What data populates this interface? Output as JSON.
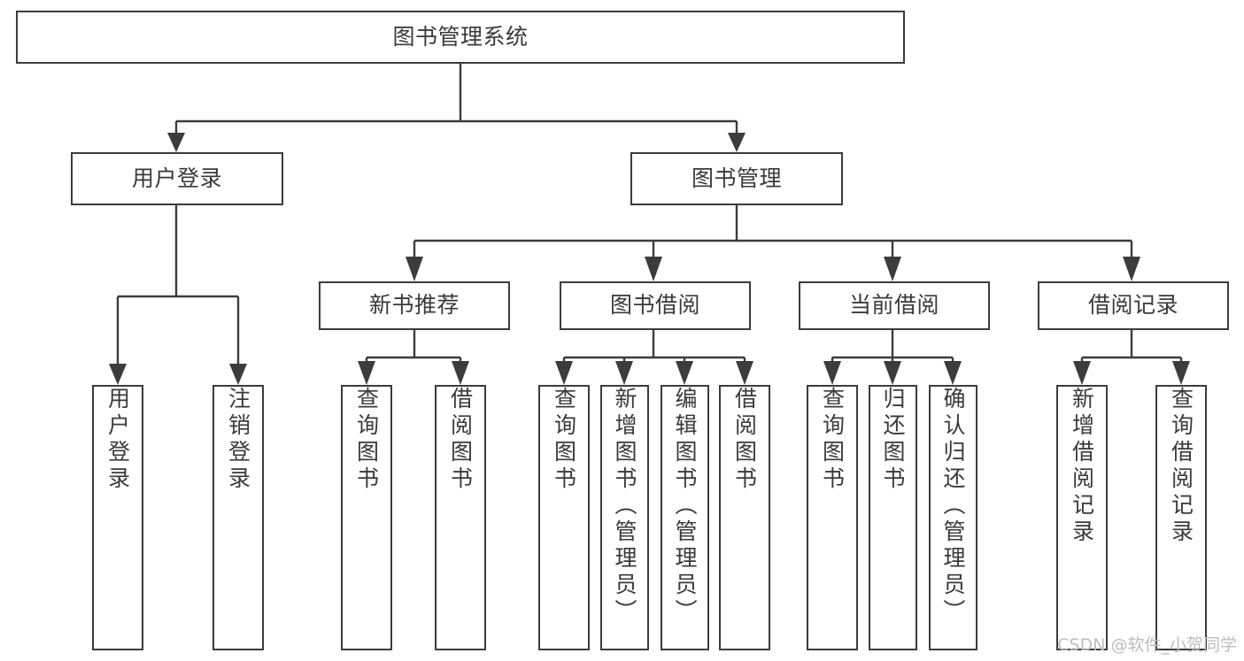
{
  "diagram": {
    "title": "图书管理系统",
    "type": "hierarchy-tree",
    "watermark": "CSDN @软件_小贺同学",
    "root": {
      "label": "图书管理系统"
    },
    "level2": [
      {
        "label": "用户登录"
      },
      {
        "label": "图书管理"
      }
    ],
    "level3": [
      {
        "label": "新书推荐"
      },
      {
        "label": "图书借阅"
      },
      {
        "label": "当前借阅"
      },
      {
        "label": "借阅记录"
      }
    ],
    "leaves": {
      "user_login": [
        {
          "label": "用户登录"
        },
        {
          "label": "注销登录"
        }
      ],
      "new_book_recommend": [
        {
          "label": "查询图书"
        },
        {
          "label": "借阅图书"
        }
      ],
      "book_borrow": [
        {
          "label": "查询图书"
        },
        {
          "label": "新增图书（管理员）"
        },
        {
          "label": "编辑图书（管理员）"
        },
        {
          "label": "借阅图书"
        }
      ],
      "current_borrow": [
        {
          "label": "查询图书"
        },
        {
          "label": "归还图书"
        },
        {
          "label": "确认归还（管理员）"
        }
      ],
      "borrow_record": [
        {
          "label": "新增借阅记录"
        },
        {
          "label": "查询借阅记录"
        }
      ]
    },
    "colors": {
      "border": "#3c3c3c",
      "text": "#3a3a3a",
      "background": "#ffffff",
      "watermark": "#bdbdbd"
    }
  }
}
